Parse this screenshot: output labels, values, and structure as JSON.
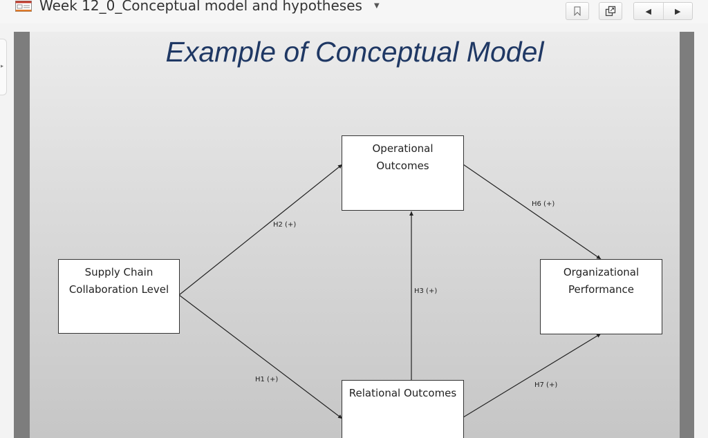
{
  "window": {
    "title": "Week 12_0_Conceptual model and hypotheses",
    "title_dropdown_icon": "caret-down-icon",
    "document_icon": "presentation-doc-icon"
  },
  "toolbar": {
    "bookmark_icon": "bookmark-icon",
    "popout_icon": "external-window-icon",
    "prev_icon": "arrow-left-icon",
    "next_icon": "arrow-right-icon",
    "prev_glyph": "◀",
    "next_glyph": "▶"
  },
  "sidebar_toggle": {
    "icon": "chevron-right-icon",
    "glyph": "▸"
  },
  "slide": {
    "title": "Example of Conceptual Model",
    "title_color": "#1f3864",
    "nodes": {
      "scc": "Supply Chain\nCollaboration Level",
      "operational": "Operational\nOutcomes",
      "organizational": "Organizational\nPerformance",
      "relational": "Relational Outcomes"
    },
    "edges": {
      "h1": "H1 (+)",
      "h2": "H2 (+)",
      "h3": "H3 (+)",
      "h6": "H6 (+)",
      "h7": "H7 (+)"
    }
  }
}
